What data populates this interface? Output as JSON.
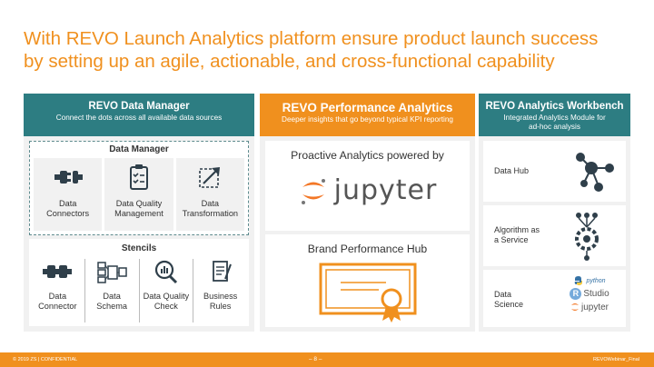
{
  "slide": {
    "title_line1": "With REVO Launch Analytics platform ensure product launch success",
    "title_line2": "by setting up an agile, actionable, and cross-functional capability"
  },
  "data_manager_col": {
    "title": "REVO Data Manager",
    "subtitle": "Connect the dots across all available data sources",
    "box_title": "Data Manager",
    "cards": [
      {
        "line1": "Data",
        "line2": "Connectors",
        "icon": "plug-icon"
      },
      {
        "line1": "Data Quality",
        "line2": "Management",
        "icon": "clipboard-checklist-icon"
      },
      {
        "line1": "Data",
        "line2": "Transformation",
        "icon": "transform-arrow-icon"
      }
    ],
    "stencils_title": "Stencils",
    "stencils": [
      {
        "line1": "Data",
        "line2": "Connector",
        "icon": "connector-plug-icon"
      },
      {
        "line1": "Data",
        "line2": "Schema",
        "icon": "schema-icon"
      },
      {
        "line1": "Data Quality",
        "line2": "Check",
        "icon": "magnifier-chart-icon"
      },
      {
        "line1": "Business",
        "line2": "Rules",
        "icon": "rules-document-icon"
      }
    ]
  },
  "performance_col": {
    "title": "REVO Performance Analytics",
    "subtitle": "Deeper insights that go beyond typical KPI reporting",
    "box1_title": "Proactive Analytics powered by",
    "jupyter_text": "jupyter",
    "box2_title": "Brand Performance Hub"
  },
  "workbench_col": {
    "title": "REVO Analytics Workbench",
    "subtitle_line1": "Integrated Analytics Module for",
    "subtitle_line2": "ad-hoc analysis",
    "items": [
      {
        "line1": "Data Hub",
        "line2": "",
        "icon": "network-hub-icon"
      },
      {
        "line1": "Algorithm as",
        "line2": "a Service",
        "icon": "algorithm-gear-icon"
      },
      {
        "line1": "Data",
        "line2": "Science",
        "icon": "python-rstudio-jupyter-icon"
      }
    ],
    "logo_python": "python",
    "logo_r": "R",
    "logo_studio": "Studio",
    "logo_jupyter": "jupyter"
  },
  "footer": {
    "left": "© 2019 ZS   |   CONFIDENTIAL",
    "page": "– 8 –",
    "right": "REVOWebinar_Final"
  },
  "colors": {
    "orange": "#f0901e",
    "teal": "#2d7d82",
    "panel": "#f1f1f1",
    "icon": "#2f3f4a"
  }
}
